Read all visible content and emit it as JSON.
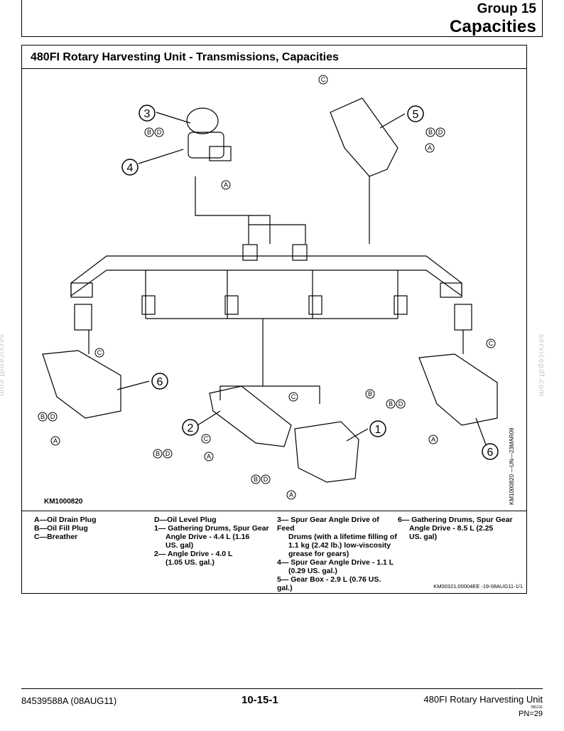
{
  "header": {
    "group": "Group 15",
    "title": "Capacities"
  },
  "section": {
    "title": "480FI Rotary Harvesting Unit - Transmissions, Capacities"
  },
  "figure": {
    "code": "KM1000820",
    "side_code": "KM1000820 —UN—23MAR09",
    "callouts": [
      "1",
      "2",
      "3",
      "4",
      "5",
      "6",
      "6"
    ],
    "letters": [
      "A",
      "B",
      "C",
      "D"
    ]
  },
  "legend": {
    "col1": [
      "A—Oil Drain Plug",
      "B—Oil Fill Plug",
      "C—Breather"
    ],
    "col2": [
      "D—Oil Level Plug",
      "1— Gathering Drums, Spur Gear",
      "Angle Drive - 4.4 L (1.16",
      "US. gal)",
      "2— Angle Drive - 4.0 L",
      "(1.05 US. gal.)"
    ],
    "col3": [
      "3— Spur Gear Angle Drive of Feed",
      "Drums (with a lifetime filling of",
      "1.1 kg (2.42 lb.) low-viscosity",
      "grease for gears)",
      "4— Spur Gear Angle Drive - 1.1 L",
      "(0.29 US. gal.)",
      "5— Gear Box - 2.9 L (0.76 US. gal.)"
    ],
    "col4": [
      "6— Gathering Drums, Spur Gear",
      "Angle Drive - 8.5 L (2.25",
      "US. gal)"
    ]
  },
  "doc_code": "KM00321,00004EE -19-08AUG11-1/1",
  "footer": {
    "left": "84539588A (08AUG11)",
    "center": "10-15-1",
    "right": "480FI Rotary Harvesting Unit",
    "date": "081211",
    "pn": "PN=29"
  },
  "watermark": {
    "left": "servicepdf.com",
    "right": "servicepdf.com"
  }
}
